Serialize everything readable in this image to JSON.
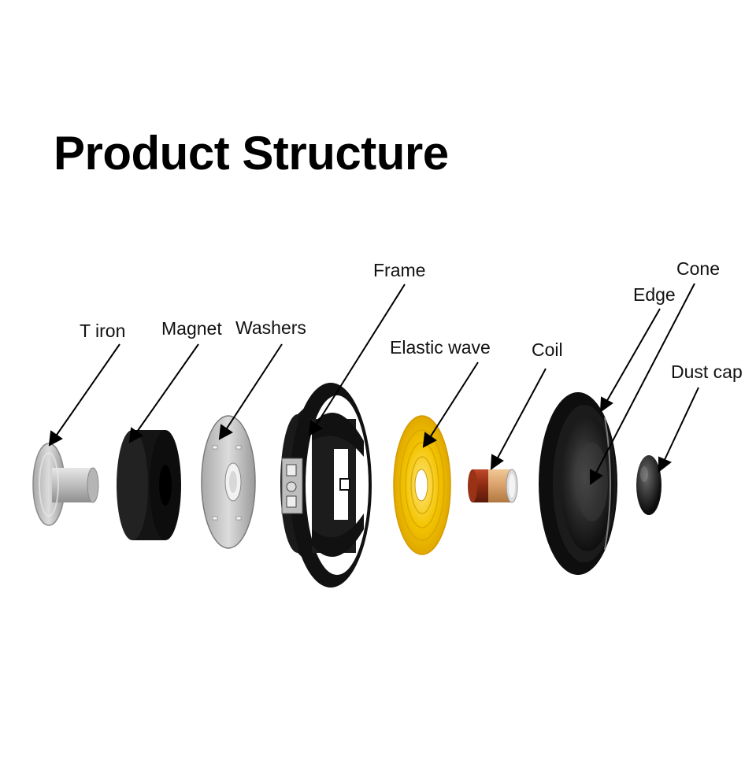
{
  "title": "Product Structure",
  "labels": {
    "t_iron": "T iron",
    "magnet": "Magnet",
    "washers": "Washers",
    "frame": "Frame",
    "elastic_wave": "Elastic wave",
    "coil": "Coil",
    "edge": "Edge",
    "cone": "Cone",
    "dust_cap": "Dust cap"
  },
  "colors": {
    "text": "#111111",
    "leader": "#000000",
    "rubber": "#111111",
    "metal": "#c4c4c4",
    "spider": "#f2c200",
    "copper": "#8b2a12"
  }
}
